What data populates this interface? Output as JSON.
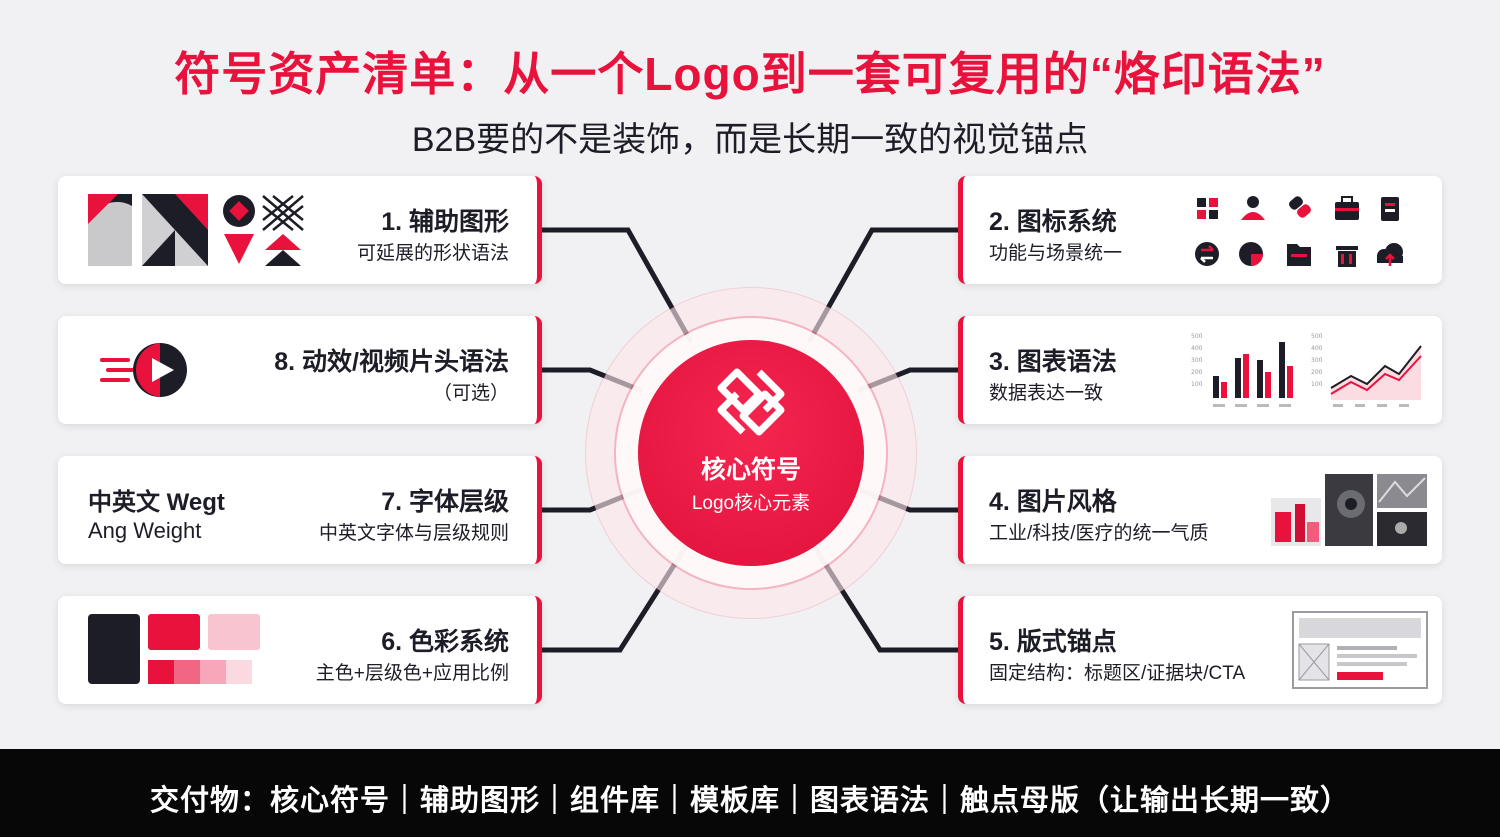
{
  "header": {
    "title": "符号资产清单：从一个Logo到一套可复用的“烙印语法”",
    "subtitle": "B2B要的不是装饰，而是长期一致的视觉锚点"
  },
  "hub": {
    "title": "核心符号",
    "subtitle": "Logo核心元素"
  },
  "cards": {
    "c1": {
      "title": "1. 辅助图形",
      "desc": "可延展的形状语法"
    },
    "c2": {
      "title": "2. 图标系统",
      "desc": "功能与场景统一"
    },
    "c3": {
      "title": "3. 图表语法",
      "desc": "数据表达一致"
    },
    "c4": {
      "title": "4. 图片风格",
      "desc": "工业/科技/医疗的统一气质"
    },
    "c5": {
      "title": "5. 版式锚点",
      "desc": "固定结构：标题区/证据块/CTA"
    },
    "c6": {
      "title": "6. 色彩系统",
      "desc": "主色+层级色+应用比例"
    },
    "c7": {
      "title": "7. 字体层级",
      "desc": "中英文字体与层级规则",
      "sample_line1": "中英文 Wegt",
      "sample_line2": "Ang Weight"
    },
    "c8": {
      "title": "8. 动效/视频片头语法",
      "desc": "（可选）"
    }
  },
  "chart_ticks": [
    "500",
    "400",
    "300",
    "200",
    "100"
  ],
  "footer": {
    "text": "交付物：核心符号｜辅助图形｜组件库｜模板库｜图表语法｜触点母版（让输出长期一致）"
  },
  "colors": {
    "accent": "#e8123c",
    "dark": "#1d1d28",
    "background": "#f1f1f3",
    "footer_bg": "#070707"
  },
  "icons": [
    "grid-icon",
    "user-icon",
    "link-icon",
    "briefcase-icon",
    "document-icon",
    "swap-icon",
    "pie-icon",
    "folder-icon",
    "trash-icon",
    "cloud-upload-icon",
    "play-icon"
  ]
}
